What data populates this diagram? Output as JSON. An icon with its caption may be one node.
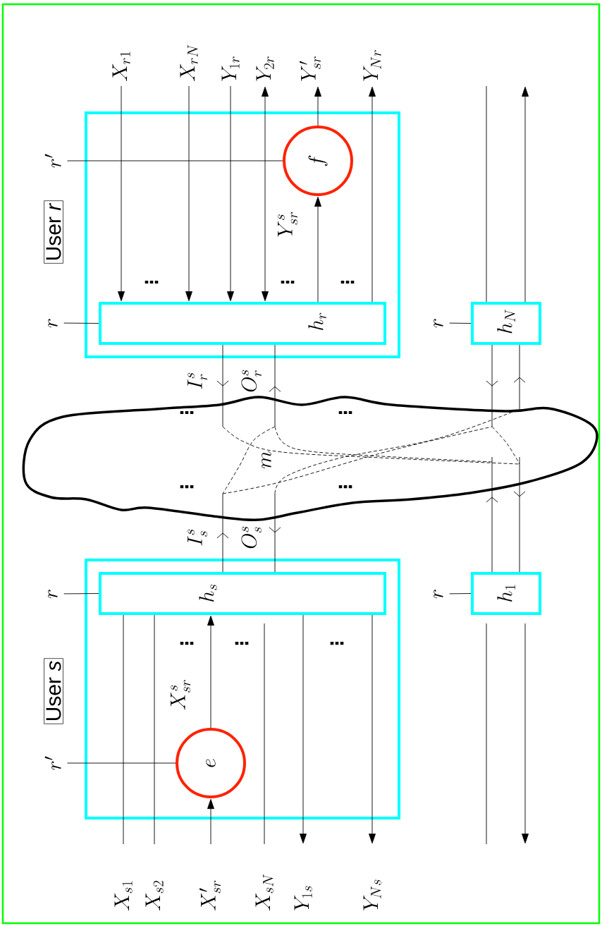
{
  "diagram": {
    "nodes": [
      {
        "text": [
          "User *s*"
        ]
      },
      {
        "text": [
          "h_s"
        ],
        "in": 0
      },
      {
        "text": [
          "e"
        ],
        "in": 0
      },
      {
        "text": [
          "User *r*"
        ]
      },
      {
        "text": [
          "h_r"
        ],
        "in": 3
      },
      {
        "text": [
          "f"
        ],
        "in": 3
      },
      {
        "text": [
          "h_1"
        ]
      },
      {
        "text": [
          "h_N"
        ]
      },
      {
        "text": [
          "m"
        ]
      },
      {
        "text": [
          "X_{s1}"
        ]
      },
      {
        "text": [
          "X_{s2}"
        ]
      },
      {
        "text": [
          "X'_{sr}"
        ]
      },
      {
        "text": [
          "X_{sN}"
        ]
      },
      {
        "text": [
          "Y_{1s}"
        ]
      },
      {
        "text": [
          "Y_{Ns}"
        ]
      },
      {
        "text": [
          "X_{r1}"
        ]
      },
      {
        "text": [
          "X_{rN}"
        ]
      },
      {
        "text": [
          "Y_{1r}"
        ]
      },
      {
        "text": [
          "Y_{2r}"
        ]
      },
      {
        "text": [
          "Y'_{sr}"
        ]
      },
      {
        "text": [
          "Y_{Nr}"
        ]
      },
      {
        "text": [
          "r'"
        ]
      },
      {
        "text": [
          "r"
        ]
      },
      {
        "text": [
          "r"
        ]
      },
      {
        "text": [
          "r'"
        ]
      },
      {
        "text": [
          "r"
        ]
      },
      {
        "text": [
          "r"
        ]
      }
    ],
    "edges": [
      {
        "from": 9,
        "to": 1,
        "arrow": "none"
      },
      {
        "from": 10,
        "to": 1,
        "arrow": "none"
      },
      {
        "from": 11,
        "to": 2,
        "arrow": "to"
      },
      {
        "from": 2,
        "to": 1,
        "arrow": "to",
        "label": "X^s_{sr}"
      },
      {
        "from": 12,
        "to": 1,
        "arrow": "none"
      },
      {
        "from": 1,
        "to": 13,
        "arrow": "to"
      },
      {
        "from": 1,
        "to": 14,
        "arrow": "to"
      },
      {
        "from": 21,
        "to": 2,
        "arrow": "none"
      },
      {
        "from": 22,
        "to": 1,
        "arrow": "none"
      },
      {
        "from": null,
        "to": 6,
        "arrow": "none"
      },
      {
        "from": 6,
        "to": null,
        "arrow": "to"
      },
      {
        "from": 25,
        "to": 6,
        "arrow": "none"
      },
      {
        "from": 15,
        "to": 4,
        "arrow": "to"
      },
      {
        "from": 16,
        "to": 4,
        "arrow": "to"
      },
      {
        "from": 17,
        "to": 4,
        "arrow": "to"
      },
      {
        "from": 18,
        "to": 4,
        "arrow": "both"
      },
      {
        "from": 4,
        "to": 5,
        "arrow": "to",
        "label": "Y^s_{sr}"
      },
      {
        "from": 5,
        "to": 19,
        "arrow": "to"
      },
      {
        "from": 4,
        "to": 20,
        "arrow": "to"
      },
      {
        "from": 24,
        "to": 5,
        "arrow": "none"
      },
      {
        "from": 23,
        "to": 4,
        "arrow": "none"
      },
      {
        "from": null,
        "to": 7,
        "arrow": "none"
      },
      {
        "from": 7,
        "to": null,
        "arrow": "to"
      },
      {
        "from": 26,
        "to": 7,
        "arrow": "none"
      },
      {
        "from": 4,
        "to": 8,
        "arrow": "to",
        "label": "I^s_r"
      },
      {
        "from": 8,
        "to": 4,
        "arrow": "to",
        "label": "O^s_r"
      },
      {
        "from": 1,
        "to": 8,
        "arrow": "to",
        "label": "I^s_s"
      },
      {
        "from": 8,
        "to": 1,
        "arrow": "to",
        "label": "O^s_s"
      },
      {
        "from": 7,
        "to": 8,
        "arrow": "to"
      },
      {
        "from": 8,
        "to": 7,
        "arrow": "to"
      },
      {
        "from": 6,
        "to": 8,
        "arrow": "to"
      },
      {
        "from": 8,
        "to": 6,
        "arrow": "to"
      }
    ],
    "labels": [
      "⋮",
      "⋮",
      "⋮",
      "⋮",
      "⋮",
      "⋮",
      "⋮",
      "⋮",
      "⋮",
      "⋮"
    ]
  }
}
